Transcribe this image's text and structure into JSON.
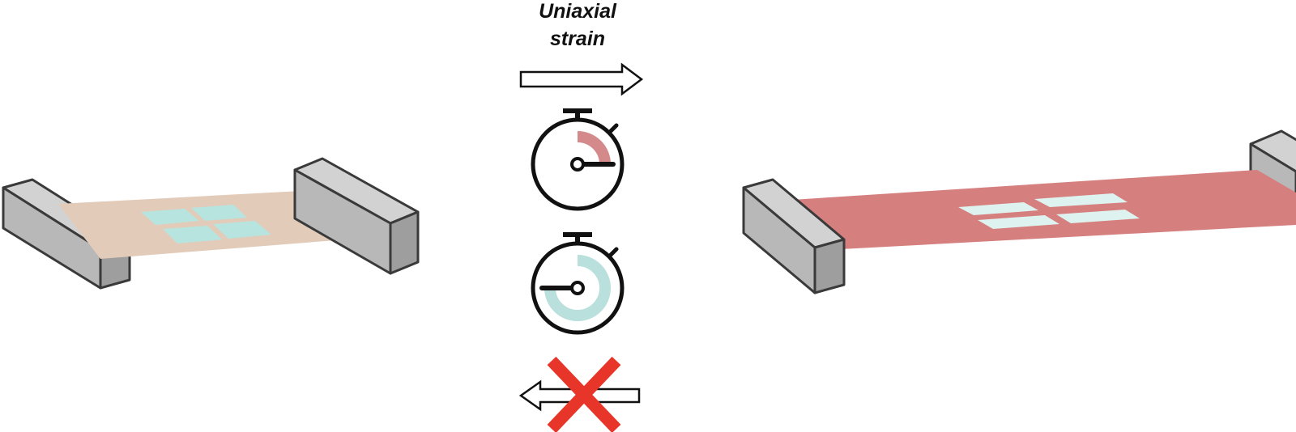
{
  "strain_label": {
    "line1": "Uniaxial",
    "line2": "strain"
  },
  "colors": {
    "clamp_fill": "#bdbdbd",
    "clamp_stroke": "#3a3a3a",
    "film_unstrained": "#e2cbb9",
    "film_strained": "#d57f7f",
    "domain_unstrained": "#b7e4df",
    "domain_strained": "#def3ef",
    "timer_progress_short": "#d48a8a",
    "timer_progress_long": "#b9e0dc",
    "arrow_stroke": "#111111",
    "cross": "#e8352a"
  },
  "icons": {
    "strain_arrow": "arrow-right-icon",
    "timer_short": "stopwatch-icon",
    "timer_long": "stopwatch-icon",
    "no_reverse": "arrow-left-crossed-icon"
  },
  "timers": {
    "short_fraction": 0.25,
    "long_fraction": 0.75
  }
}
